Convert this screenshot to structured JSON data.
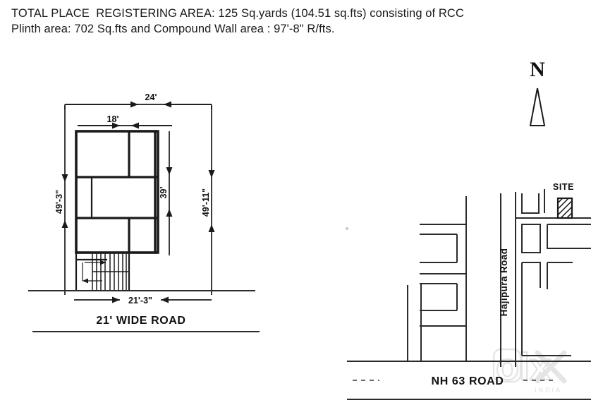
{
  "document": {
    "header_line1": "TOTAL PLACE  REGISTERING AREA: 125 Sq.yards (104.51 sq.fts) consisting of RCC",
    "header_line2": "Plinth area: 702 Sq.fts and Compound Wall area : 97'-8\" R/fts."
  },
  "floor_plan": {
    "dimensions": {
      "top_overall": "24'",
      "top_inner": "18'",
      "left_overall": "49'-3\"",
      "right_inner": "39'",
      "right_overall": "49'-11\"",
      "bottom": "21'-3\""
    },
    "road_label": "21' WIDE ROAD"
  },
  "location_map": {
    "north_label": "N",
    "site_label": "SITE",
    "vertical_road": "Hajipura Road",
    "highway_label": "NH 63 ROAD"
  },
  "watermark": {
    "brand": "olx",
    "region": "INDIA"
  },
  "colors": {
    "ink": "#1a1a1a",
    "road": "#2b2b2b",
    "watermark": "#e2e2e2",
    "paper": "#ffffff"
  }
}
